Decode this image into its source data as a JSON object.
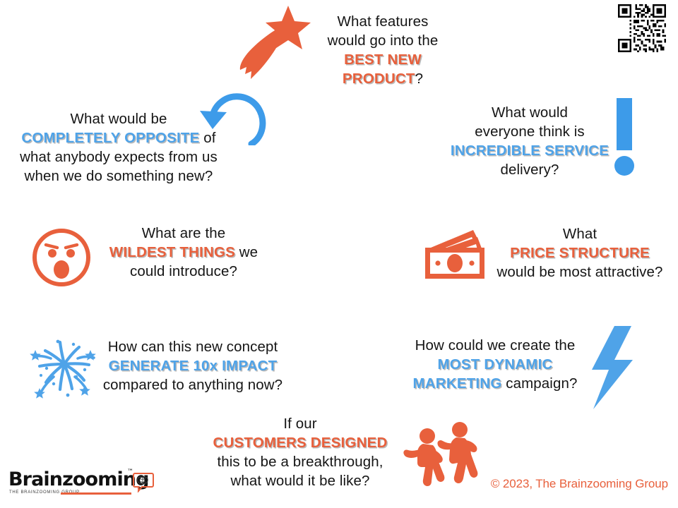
{
  "page": {
    "background_color": "#FFFFFF",
    "accent_orange": "#E8603C",
    "accent_blue": "#4FA3E8",
    "text_color": "#151515"
  },
  "prompts": [
    {
      "id": "best-new-product",
      "icon": "shooting-star-icon",
      "icon_color": "#E8603C",
      "lines": [
        [
          {
            "t": "What features",
            "style": "plain"
          }
        ],
        [
          {
            "t": "would go into the",
            "style": "plain"
          }
        ],
        [
          {
            "t": "BEST NEW",
            "style": "orange"
          }
        ],
        [
          {
            "t": "PRODUCT",
            "style": "orange"
          },
          {
            "t": "?",
            "style": "plain"
          }
        ]
      ]
    },
    {
      "id": "completely-opposite",
      "icon": "reverse-arrow-icon",
      "icon_color": "#4FA3E8",
      "lines": [
        [
          {
            "t": "What would be",
            "style": "plain"
          }
        ],
        [
          {
            "t": "COMPLETELY OPPOSITE",
            "style": "blue"
          },
          {
            "t": " of",
            "style": "plain"
          }
        ],
        [
          {
            "t": "what anybody expects from us",
            "style": "plain"
          }
        ],
        [
          {
            "t": "when we do something new?",
            "style": "plain"
          }
        ]
      ]
    },
    {
      "id": "incredible-service",
      "icon": "exclamation-mark-icon",
      "icon_color": "#4FA3E8",
      "lines": [
        [
          {
            "t": "What would",
            "style": "plain"
          }
        ],
        [
          {
            "t": "everyone think is",
            "style": "plain"
          }
        ],
        [
          {
            "t": "INCREDIBLE  SERVICE",
            "style": "blue"
          }
        ],
        [
          {
            "t": "delivery?",
            "style": "plain"
          }
        ]
      ]
    },
    {
      "id": "wildest-things",
      "icon": "surprised-face-icon",
      "icon_color": "#E8603C",
      "lines": [
        [
          {
            "t": "What are the",
            "style": "plain"
          }
        ],
        [
          {
            "t": "WILDEST THINGS",
            "style": "orange"
          },
          {
            "t": " we",
            "style": "plain"
          }
        ],
        [
          {
            "t": "could introduce?",
            "style": "plain"
          }
        ]
      ]
    },
    {
      "id": "price-structure",
      "icon": "money-banknote-icon",
      "icon_color": "#E8603C",
      "lines": [
        [
          {
            "t": "What",
            "style": "plain"
          }
        ],
        [
          {
            "t": "PRICE STRUCTURE",
            "style": "orange"
          }
        ],
        [
          {
            "t": "would be most attractive?",
            "style": "plain"
          }
        ]
      ]
    },
    {
      "id": "generate-10x-impact",
      "icon": "firework-icon",
      "icon_color": "#4FA3E8",
      "lines": [
        [
          {
            "t": "How can this new concept",
            "style": "plain"
          }
        ],
        [
          {
            "t": "GENERATE 10x IMPACT",
            "style": "blue"
          }
        ],
        [
          {
            "t": "compared to anything now?",
            "style": "plain"
          }
        ]
      ]
    },
    {
      "id": "most-dynamic-marketing",
      "icon": "lightning-bolt-icon",
      "icon_color": "#4FA3E8",
      "lines": [
        [
          {
            "t": "How could we create the",
            "style": "plain"
          }
        ],
        [
          {
            "t": "MOST DYNAMIC",
            "style": "blue"
          }
        ],
        [
          {
            "t": "MARKETING",
            "style": "blue"
          },
          {
            "t": " campaign?",
            "style": "plain"
          }
        ]
      ]
    },
    {
      "id": "customers-designed",
      "icon": "dancing-people-icon",
      "icon_color": "#E8603C",
      "lines": [
        [
          {
            "t": "If our",
            "style": "plain"
          }
        ],
        [
          {
            "t": "CUSTOMERS DESIGNED",
            "style": "orange"
          }
        ],
        [
          {
            "t": "this to be a breakthrough,",
            "style": "plain"
          }
        ],
        [
          {
            "t": "what would it be like?",
            "style": "plain"
          }
        ]
      ]
    }
  ],
  "logo": {
    "wordmark": "Brainzooming",
    "trademark": "™",
    "tagline": "THE BRAINZOOMING GROUP",
    "icon": "brain-speech-bubble-icon"
  },
  "copyright": "© 2023, The Brainzooming Group",
  "qr_code": {
    "icon": "qr-code-icon",
    "alt": "QR code"
  }
}
